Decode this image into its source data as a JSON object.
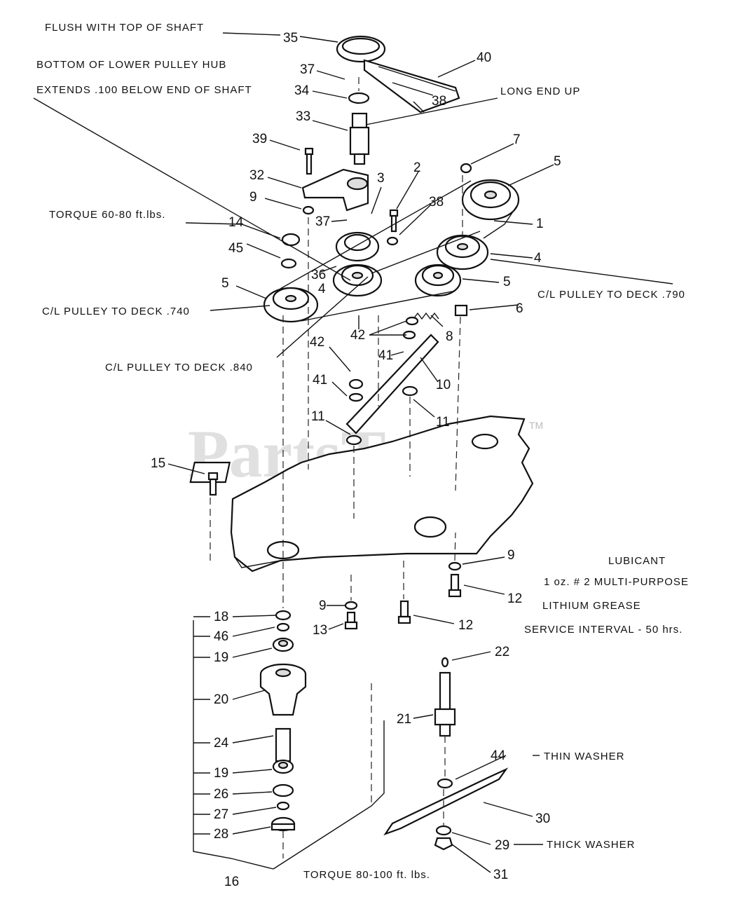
{
  "watermark": "PartsTree",
  "watermark_tm": "TM",
  "notes": {
    "flush": "FLUSH WITH TOP OF SHAFT",
    "bottom_hub": "BOTTOM OF LOWER PULLEY HUB",
    "extends": "EXTENDS .100 BELOW END OF SHAFT",
    "long_end_up": "LONG END UP",
    "torque_60": "TORQUE 60-80 ft.lbs.",
    "cl_790": "C/L PULLEY TO DECK .790",
    "cl_740": "C/L PULLEY TO DECK .740",
    "cl_840": "C/L PULLEY TO DECK .840",
    "lubricant": "LUBICANT",
    "lub_oz": "1 oz. # 2 MULTI-PURPOSE",
    "lithium": "LITHIUM GREASE",
    "service": "SERVICE INTERVAL - 50 hrs.",
    "thin_washer": "THIN WASHER",
    "thick_washer": "THICK WASHER",
    "torque_80": "TORQUE 80-100 ft. lbs."
  },
  "callouts": [
    "35",
    "40",
    "37",
    "34",
    "38",
    "33",
    "39",
    "32",
    "9",
    "7",
    "5",
    "2",
    "3",
    "38",
    "1",
    "37",
    "14",
    "45",
    "36",
    "4",
    "4",
    "5",
    "5",
    "6",
    "8",
    "42",
    "42",
    "41",
    "10",
    "41",
    "11",
    "11",
    "15",
    "9",
    "12",
    "9",
    "13",
    "12",
    "18",
    "46",
    "19",
    "20",
    "24",
    "19",
    "26",
    "27",
    "28",
    "16",
    "22",
    "21",
    "44",
    "30",
    "29",
    "31"
  ]
}
